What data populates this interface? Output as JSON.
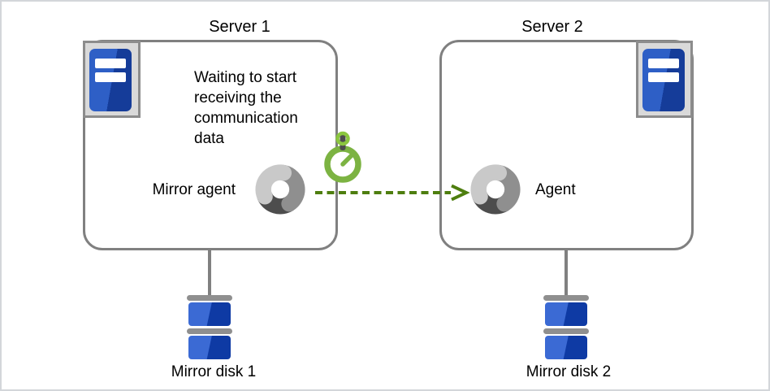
{
  "server1": {
    "title": "Server 1",
    "status_text": "Waiting to start receiving the communication data",
    "agent_label": "Mirror agent",
    "disk_label": "Mirror disk 1"
  },
  "server2": {
    "title": "Server 2",
    "agent_label": "Agent",
    "disk_label": "Mirror disk 2"
  },
  "icons": {
    "server1_machine": "server-icon",
    "server2_machine": "server-icon",
    "server1_agent": "agent-donut-icon",
    "server2_agent": "agent-donut-icon",
    "timer": "stopwatch-icon",
    "communication": "dashed-arrow-right-icon",
    "disk1": "mirror-disk-icon",
    "disk2": "mirror-disk-icon"
  },
  "colors": {
    "box_border": "#808080",
    "icon_frame_bg": "#d9d9d9",
    "icon_frame_border": "#8c8c8c",
    "server_blue_light": "#2e5fc6",
    "server_blue_dark": "#153c99",
    "disk_blue_light": "#3b6ad4",
    "disk_blue_dark": "#0e3aa4",
    "disk_bar_grey": "#8f8f8f",
    "stopwatch_green": "#7cb342",
    "stopwatch_crown_green": "#8bc63f",
    "arrow_green": "#4e7e0f",
    "donut_light": "#c9c9c9",
    "donut_mid": "#8f8f8f",
    "donut_dark": "#4d4d4d",
    "connector_grey": "#808080"
  }
}
